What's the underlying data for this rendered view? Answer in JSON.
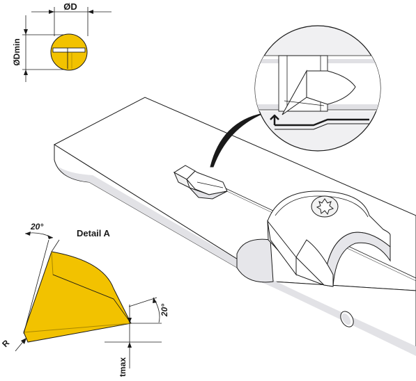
{
  "labels": {
    "diameter": "ØD",
    "diameter_min": "ØDmin",
    "detail": "Detail A",
    "angle_top": "20°",
    "angle_right": "20°",
    "radius": "R",
    "tmax": "tmax"
  },
  "colors": {
    "insert": "#f2c200",
    "insert_stroke": "#a88600",
    "line": "#1a1a1a",
    "body_fill": "#ffffff",
    "body_shade": "#e2e2e6",
    "magnifier_bg": "#f0f0f2"
  },
  "icons": [
    "torx-screw-icon",
    "cooling-hole-icon",
    "feed-arrow-icon"
  ]
}
